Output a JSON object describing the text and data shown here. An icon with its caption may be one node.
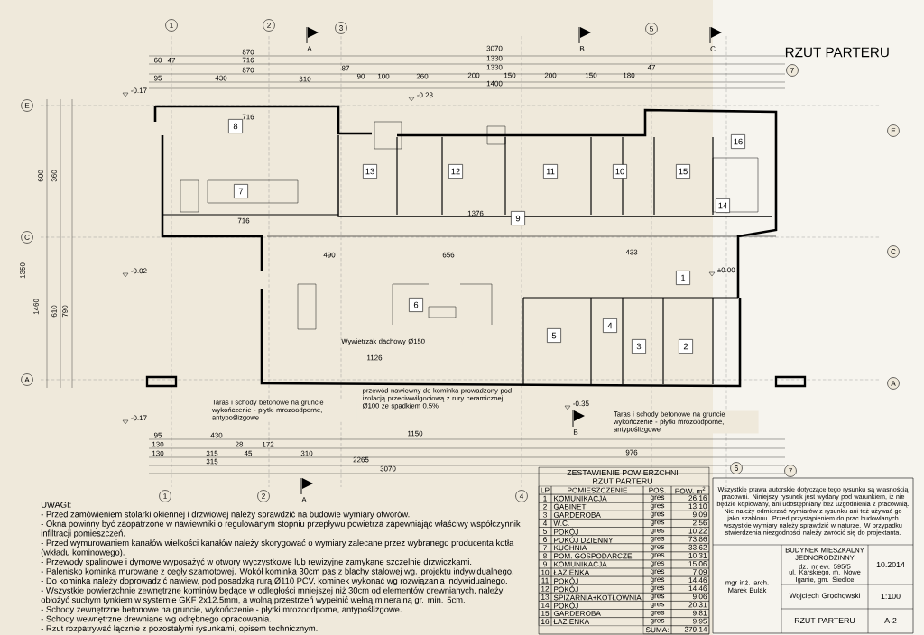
{
  "diagram": {
    "title": "RZUT PARTERU",
    "nodes": [
      {
        "text": [
          "1"
        ]
      },
      {
        "text": [
          "2"
        ]
      },
      {
        "text": [
          "3"
        ]
      },
      {
        "text": [
          "4"
        ]
      },
      {
        "text": [
          "5"
        ]
      },
      {
        "text": [
          "6"
        ]
      },
      {
        "text": [
          "7"
        ]
      },
      {
        "text": [
          "8"
        ]
      },
      {
        "text": [
          "9"
        ]
      },
      {
        "text": [
          "10"
        ]
      },
      {
        "text": [
          "11"
        ]
      },
      {
        "text": [
          "12"
        ]
      },
      {
        "text": [
          "13"
        ]
      },
      {
        "text": [
          "14"
        ]
      },
      {
        "text": [
          "15"
        ]
      },
      {
        "text": [
          "16"
        ]
      }
    ],
    "labels": [
      "1",
      "2",
      "3",
      "5",
      "7",
      "A",
      "B",
      "C",
      "870",
      "3070",
      "60",
      "47",
      "716",
      "1330",
      "870",
      "87",
      "1330",
      "47",
      "95",
      "430",
      "310",
      "90",
      "100",
      "260",
      "200",
      "150",
      "200",
      "150",
      "180",
      "1400",
      "95",
      "430",
      "1150",
      "130",
      "28",
      "172",
      "130",
      "315",
      "45",
      "310",
      "976",
      "315",
      "2265",
      "3070",
      "1",
      "2",
      "4",
      "6",
      "7",
      "A",
      "B",
      "E",
      "C",
      "A",
      "E",
      "C",
      "A",
      "600",
      "360",
      "1350",
      "1460",
      "610",
      "790",
      "716",
      "490",
      "656",
      "1376",
      "1126",
      "433",
      "716",
      "-0.17",
      "-0.28",
      "-0.02",
      "±0.00",
      "-0.35",
      "-0.17",
      "Wywietrzak dachowy Ø150",
      "przewód nawiewny do kominka prowadzony pod izolacją przeciwwilgociową z rury ceramicznej Ø100 ze spadkiem 0.5%",
      "Taras i schody betonowe na gruncie wykończenie - płytki mrozoodporne, antypoślizgowe",
      "Taras i schody betonowe na gruncie wykończenie - płytki mrozoodporne, antypoślizgowe",
      "ZESTAWIENIE POWIERZCHNI",
      "RZUT PARTERU",
      "LP",
      "POMIESZCZENIE",
      "POS.",
      "POW. m$^{2}$",
      "1",
      "KOMUNIKACJA",
      "gres",
      "26,16",
      "2",
      "GABINET",
      "gres",
      "13,10",
      "3",
      "GARDEROBA",
      "gres",
      "9,09",
      "4",
      "W.C.",
      "gres",
      "2,56",
      "5",
      "POKÓJ",
      "gres",
      "10,22",
      "6",
      "POKÓJ DZIENNY",
      "gres",
      "73,86",
      "7",
      "KUCHNIA",
      "gres",
      "33,62",
      "8",
      "POM. GOSPODARCZE",
      "gres",
      "10,31",
      "9",
      "KOMUNIKACJA",
      "gres",
      "15,06",
      "10",
      "ŁAZIENKA",
      "gres",
      "7,09",
      "11",
      "POKÓJ",
      "gres",
      "14,46",
      "12",
      "POKÓJ",
      "gres",
      "14,46",
      "13",
      "SPIŻARNIA+KOTŁOWNIA",
      "gres",
      "9,06",
      "14",
      "POKÓJ",
      "gres",
      "20,31",
      "15",
      "GARDEROBA",
      "gres",
      "9,81",
      "16",
      "ŁAZIENKA",
      "gres",
      "9,95",
      "SUMA:",
      "279,14",
      "UWAGI:",
      "- Przed zamówieniem stolarki okiennej i drzwiowej należy sprawdzić na budowie wymiary otworów.",
      "- Okna powinny być zaopatrzone w nawiewniki o regulowanym stopniu przepływu powietrza zapewniając właściwy współczynnik infiltracji pomieszczeń.",
      "- Przed wymurowaniem kanałów wielkości kanałów należy skorygować o wymiary zalecane przez wybranego producenta kotła (wkładu kominowego).",
      "- Przewody spalinowe i dymowe wyposażyć w otwory wyczystkowe lub rewizyjne zamykane szczelnie drzwiczkami.",
      "- Palenisko kominka murowane z cegły szamotowej. Wokół kominka 30cm pas z blachy stalowej wg. projektu indywidualnego.",
      "- Do kominka należy doprowadzić nawiew, pod posadzką rurą Ø110 PCV, kominek wykonać wg rozwiązania indywidualnego.",
      "- Wszystkie powierzchnie zewnętrzne kominów będące w odległości mniejszej niż 30cm od elementów drewnianych, należy obłożyć suchym tynkiem w systemie GKF 2x12.5mm, a wolną przestrzeń wypełnić wełną mineralną gr. min. 5cm.",
      "- Schody zewnętrzne betonowe na gruncie, wykończenie - płytki mrozoodporne, antypoślizgowe.",
      "- Schody wewnętrzne drewniane wg odrębnego opracowania.",
      "- Rzut rozpatrywać łącznie z pozostałymi rysunkami, opisem technicznym.",
      "Wszystkie prawa autorskie dotyczące tego rysunku są własnością pracowni. Niniejszy rysunek jest wydany pod warunkiem, iż nie będzie kopiowany, ani udostępniany bez uzgodnienia z pracownią. Nie należy odmierzać wymiarów z rysunku ani też używać go jako szablonu. Przed przystąpieniem do prac budowlanych wszystkie wymiary należy sprawdzić w naturze. W przypadku stwierdzenia niezgodności należy zwrócić się do projektanta.",
      "BUDYNEK MIESZKALNY JEDNORODZINNY",
      "dz. nr ew. 595/5",
      "ul. Karskiego, m. Nowe Iganie, gm. Siedlce",
      "10.2014",
      "mgr inż. arch. Marek Bulak",
      "Wojciech Grochowski",
      "1:100",
      "RZUT PARTERU",
      "A-2"
    ]
  }
}
